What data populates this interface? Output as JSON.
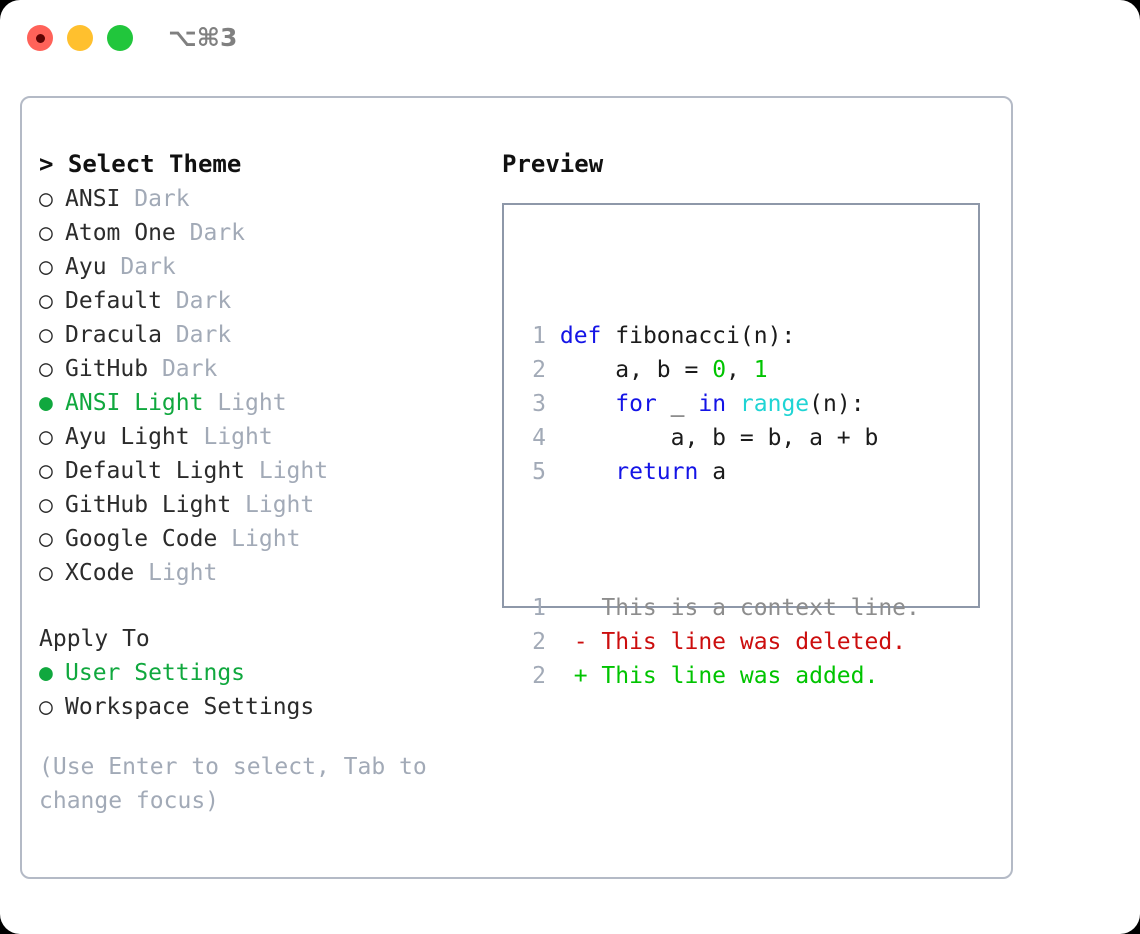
{
  "window": {
    "traffic_lights": [
      "close-red",
      "minimize-yellow",
      "maximize-green"
    ],
    "shortcut_label": "⌥⌘3"
  },
  "colors": {
    "selected_green": "#10a83e",
    "suffix_gray": "#a2aab7",
    "keyword_blue": "#1414e6",
    "function_cyan": "#1fd4d4",
    "number_green": "#00c400",
    "diff_delete_red": "#cc0e0e",
    "diff_add_green": "#00c400",
    "panel_border": "#b4bac6",
    "preview_border": "#8e98a9"
  },
  "theme_picker": {
    "header_marker": ">",
    "header_label": "Select Theme",
    "marker_unselected": "○",
    "marker_selected": "●",
    "items": [
      {
        "name": "ANSI",
        "suffix": "Dark",
        "selected": false
      },
      {
        "name": "Atom One",
        "suffix": "Dark",
        "selected": false
      },
      {
        "name": "Ayu",
        "suffix": "Dark",
        "selected": false
      },
      {
        "name": "Default",
        "suffix": "Dark",
        "selected": false
      },
      {
        "name": "Dracula",
        "suffix": "Dark",
        "selected": false
      },
      {
        "name": "GitHub",
        "suffix": "Dark",
        "selected": false
      },
      {
        "name": "ANSI Light",
        "suffix": "Light",
        "selected": true
      },
      {
        "name": "Ayu Light",
        "suffix": "Light",
        "selected": false
      },
      {
        "name": "Default Light",
        "suffix": "Light",
        "selected": false
      },
      {
        "name": "GitHub Light",
        "suffix": "Light",
        "selected": false
      },
      {
        "name": "Google Code",
        "suffix": "Light",
        "selected": false
      },
      {
        "name": "XCode",
        "suffix": "Light",
        "selected": false
      }
    ]
  },
  "apply_to": {
    "title": "Apply To",
    "options": [
      {
        "label": "User Settings",
        "selected": true
      },
      {
        "label": "Workspace Settings",
        "selected": false
      }
    ]
  },
  "hint": "(Use Enter to select, Tab to change focus)",
  "preview": {
    "title": "Preview",
    "code": {
      "lines": [
        {
          "no": "1",
          "tokens": [
            {
              "t": "def",
              "c": "kw"
            },
            {
              "t": " fibonacci(n):",
              "c": "plain"
            }
          ]
        },
        {
          "no": "2",
          "tokens": [
            {
              "t": "    a, b = ",
              "c": "plain"
            },
            {
              "t": "0",
              "c": "num"
            },
            {
              "t": ", ",
              "c": "plain"
            },
            {
              "t": "1",
              "c": "num"
            }
          ]
        },
        {
          "no": "3",
          "tokens": [
            {
              "t": "    ",
              "c": "plain"
            },
            {
              "t": "for",
              "c": "kw"
            },
            {
              "t": " _ ",
              "c": "plain"
            },
            {
              "t": "in",
              "c": "kw"
            },
            {
              "t": " ",
              "c": "plain"
            },
            {
              "t": "range",
              "c": "fn"
            },
            {
              "t": "(n):",
              "c": "plain"
            }
          ]
        },
        {
          "no": "4",
          "tokens": [
            {
              "t": "        a, b = b, a + b",
              "c": "plain"
            }
          ]
        },
        {
          "no": "5",
          "tokens": [
            {
              "t": "    ",
              "c": "plain"
            },
            {
              "t": "return",
              "c": "kw"
            },
            {
              "t": " a",
              "c": "plain"
            }
          ]
        }
      ]
    },
    "diff": {
      "lines": [
        {
          "no": "1",
          "sign": " ",
          "text": "This is a context line.",
          "kind": "ctx"
        },
        {
          "no": "2",
          "sign": "-",
          "text": "This line was deleted.",
          "kind": "del"
        },
        {
          "no": "2",
          "sign": "+",
          "text": "This line was added.",
          "kind": "add"
        }
      ]
    }
  }
}
